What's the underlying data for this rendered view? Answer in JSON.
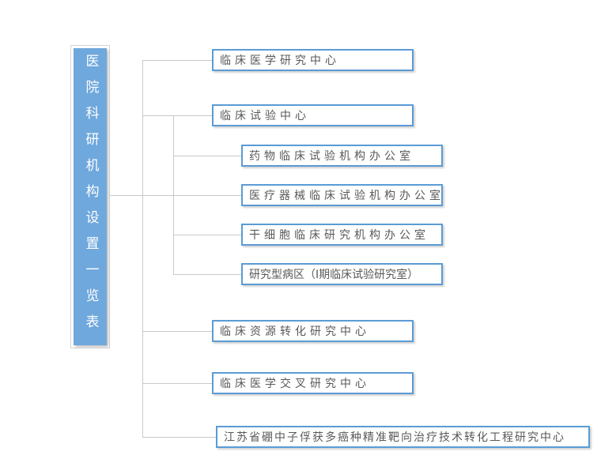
{
  "root": {
    "label": "医院科研机构设置一览表"
  },
  "nodes": [
    {
      "label": "临床医学研究中心"
    },
    {
      "label": "临床试验中心"
    },
    {
      "label": "药物临床试验机构办公室"
    },
    {
      "label": "医疗器械临床试验机构办公室"
    },
    {
      "label": "干细胞临床研究机构办公室"
    },
    {
      "label": "研究型病区（Ⅰ期临床试验研究室）"
    },
    {
      "label": "临床资源转化研究中心"
    },
    {
      "label": "临床医学交叉研究中心"
    },
    {
      "label": "江苏省硼中子俘获多癌种精准靶向治疗技术转化工程研究中心"
    }
  ],
  "colors": {
    "root_fill": "#6fa8dc",
    "root_text": "#ffffff",
    "node_border": "#5b9bd5",
    "node_text": "#595959",
    "connector": "#c9c9c9",
    "frame_border": "#d4d4d4"
  }
}
